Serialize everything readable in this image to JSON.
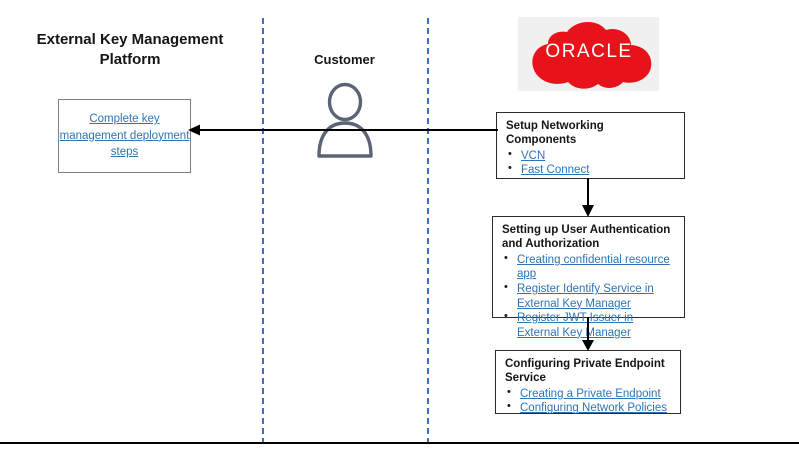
{
  "diagram": {
    "platform_title": "External Key Management Platform",
    "customer_label": "Customer",
    "oracle_logo_text": "ORACLE",
    "colors": {
      "link_blue": "#2E74B5",
      "lane_divider_blue": "#3A6FC4",
      "oracle_red": "#E8131A",
      "box_border": "#2B2B2B",
      "platform_box_border": "#7F7F7F",
      "avatar_outline": "#5A6472"
    },
    "platform_box": {
      "link_label": "Complete key management deployment steps"
    },
    "oracle_steps": [
      {
        "heading": "Setup Networking Components",
        "items": [
          "VCN",
          "Fast Connect"
        ]
      },
      {
        "heading": "Setting up User Authentication and Authorization",
        "items": [
          "Creating confidential resource app",
          "Register Identify Service in External Key Manager",
          "Register JWT Issuer in External Key Manager"
        ]
      },
      {
        "heading": "Configuring Private Endpoint Service",
        "items": [
          "Creating a Private Endpoint",
          "Configuring Network Policies"
        ]
      }
    ]
  }
}
